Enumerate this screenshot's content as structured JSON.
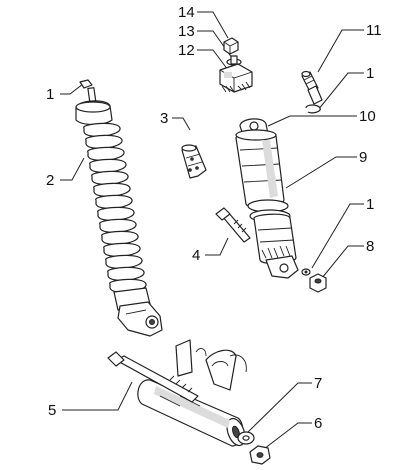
{
  "colors": {
    "ink": "#222222",
    "background": "#ffffff",
    "shade": "#dcdcdc"
  },
  "callouts": [
    {
      "label": "14",
      "part": "cap-nut"
    },
    {
      "label": "13",
      "part": "washer"
    },
    {
      "label": "12",
      "part": "silent-block"
    },
    {
      "label": "11",
      "part": "bushing"
    },
    {
      "label": "1",
      "part": "circlip-top-right"
    },
    {
      "label": "10",
      "part": "shock-absorber-cover"
    },
    {
      "label": "9",
      "part": "shock-absorber-body"
    },
    {
      "label": "3",
      "part": "rubber-buffer"
    },
    {
      "label": "1",
      "part": "circlip-top-left"
    },
    {
      "label": "2",
      "part": "rear-shock-absorber"
    },
    {
      "label": "1",
      "part": "circlip-lower-right"
    },
    {
      "label": "8",
      "part": "nut-right"
    },
    {
      "label": "4",
      "part": "bolt"
    },
    {
      "label": "5",
      "part": "through-bolt"
    },
    {
      "label": "7",
      "part": "washer-lower"
    },
    {
      "label": "6",
      "part": "nut-lower"
    }
  ]
}
